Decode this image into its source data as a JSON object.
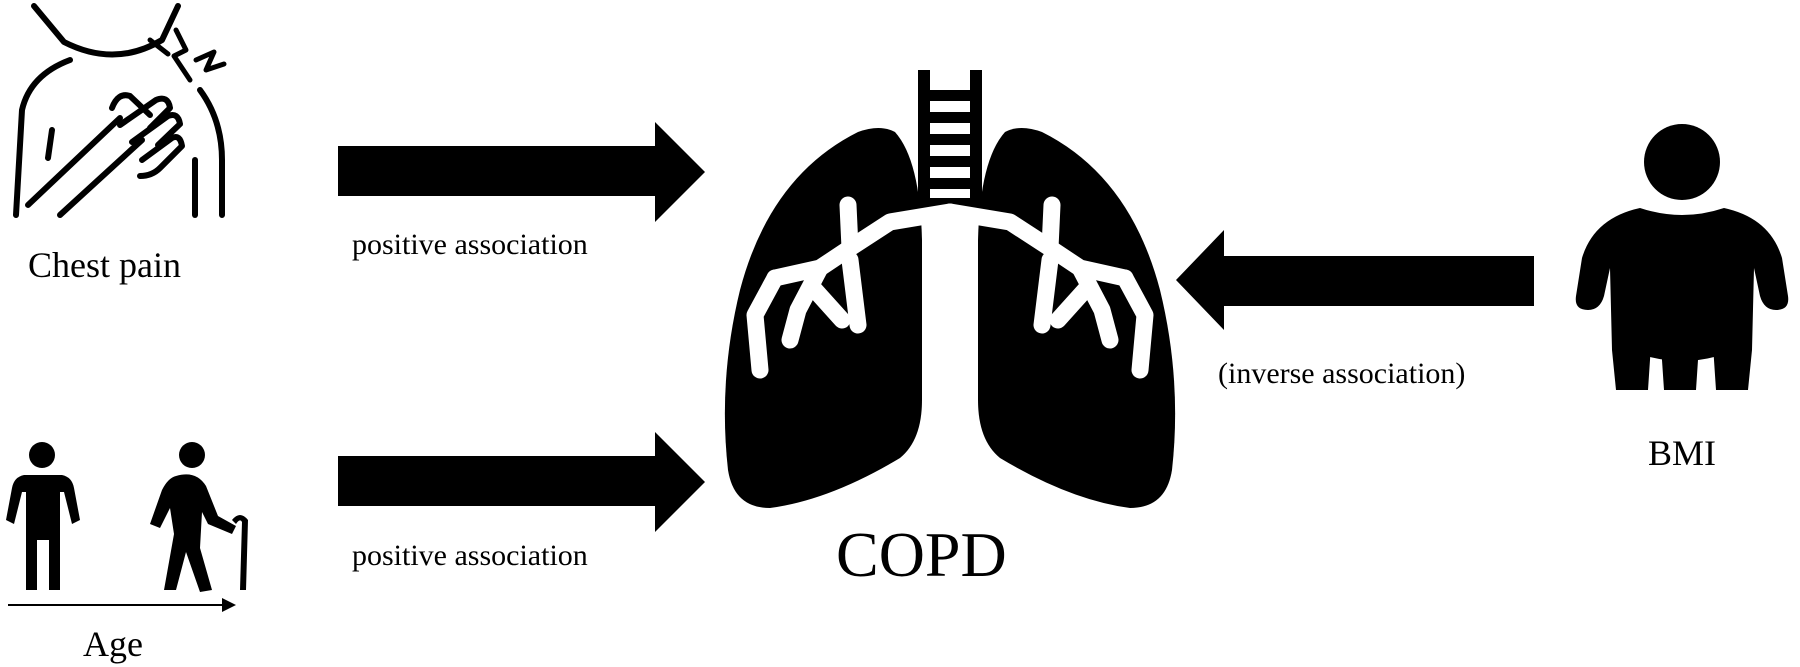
{
  "factors": {
    "chest_pain": {
      "label": "Chest pain",
      "icon": "chest-pain-icon"
    },
    "age": {
      "label": "Age",
      "icon": "aging-people-icon"
    },
    "bmi": {
      "label": "BMI",
      "icon": "obese-person-icon"
    }
  },
  "outcome": {
    "label": "COPD",
    "icon": "lungs-icon"
  },
  "associations": {
    "chest_pain": "positive association",
    "age": "positive association",
    "bmi": "(inverse association)"
  },
  "colors": {
    "foreground": "#000000",
    "background": "#ffffff"
  }
}
